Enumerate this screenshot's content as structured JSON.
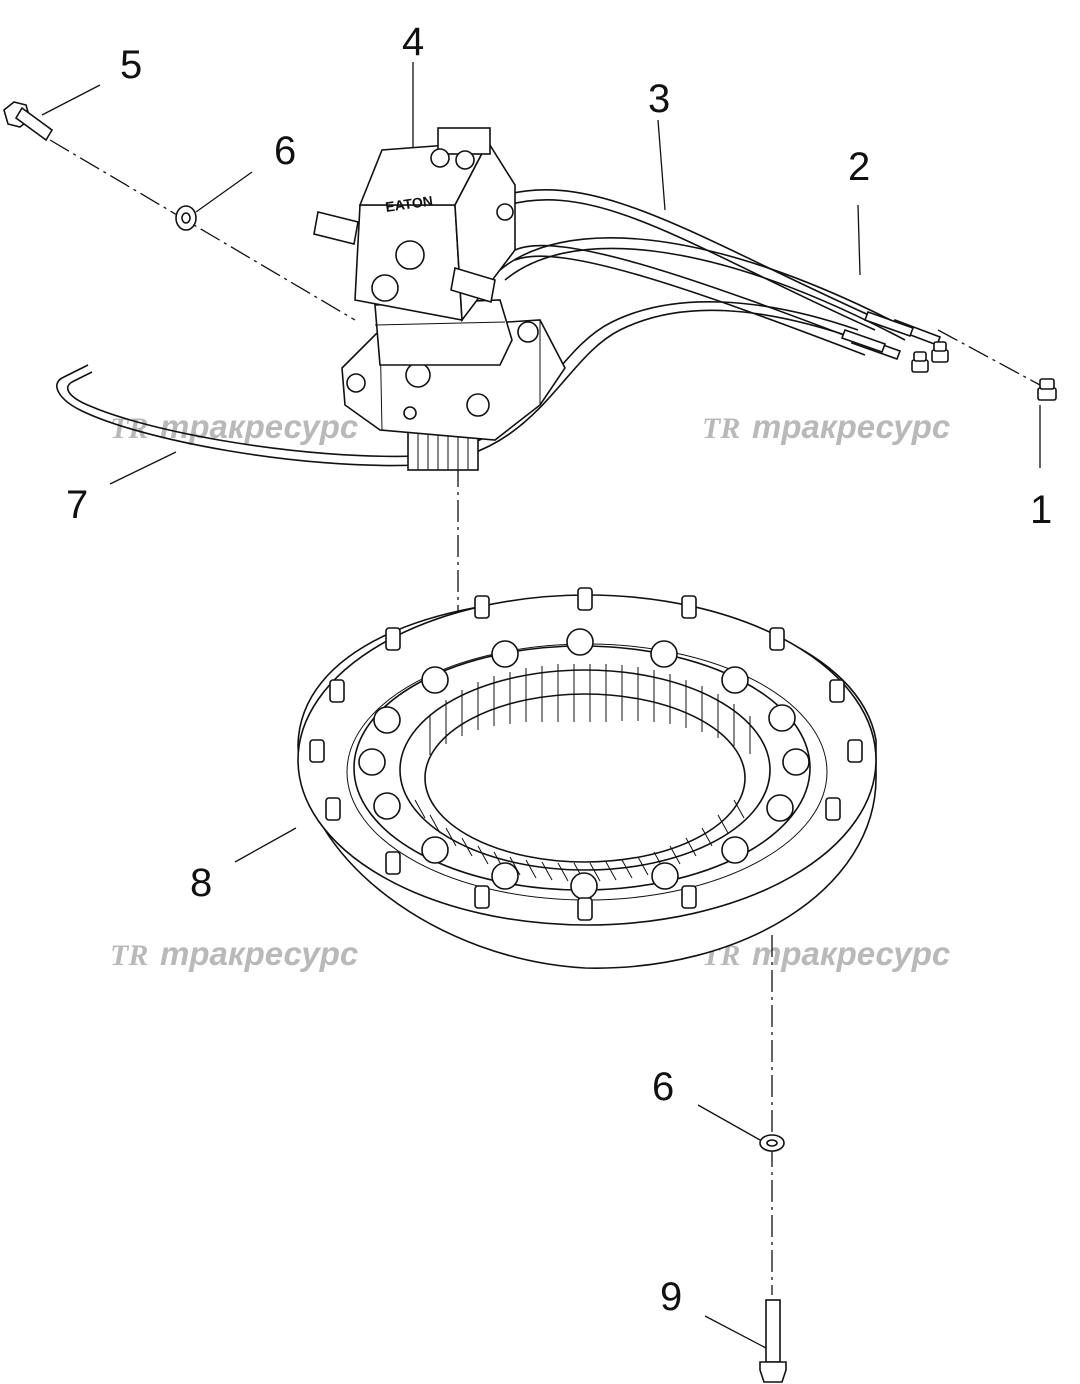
{
  "callouts": {
    "c1": "1",
    "c2": "2",
    "c3": "3",
    "c4": "4",
    "c5": "5",
    "c6a": "6",
    "c6b": "6",
    "c7": "7",
    "c8": "8",
    "c9": "9"
  },
  "watermark": {
    "logo": "TR",
    "text": "тракресурс"
  },
  "motor_label": "EATON",
  "colors": {
    "line": "#111111",
    "watermark": "#b9b9b9",
    "background": "#ffffff"
  }
}
